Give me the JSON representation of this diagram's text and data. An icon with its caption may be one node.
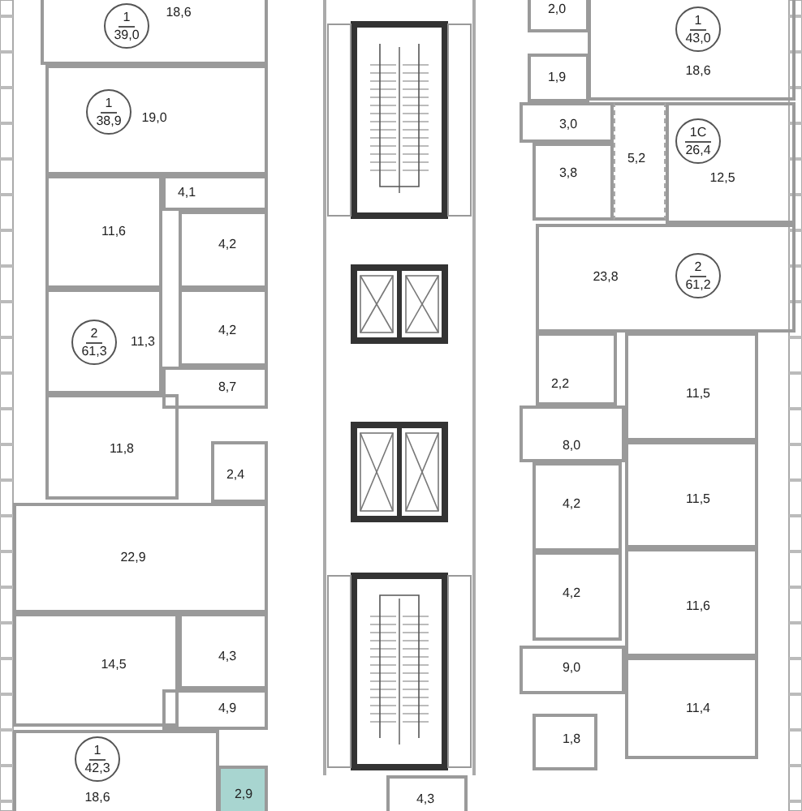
{
  "diagram": {
    "nodes": [
      {
        "text": [
          "18,6"
        ]
      },
      {
        "text": [
          "1",
          "39,0"
        ],
        "in": 0
      },
      {
        "text": [
          "19,0"
        ]
      },
      {
        "text": [
          "1",
          "38,9"
        ],
        "in": 2
      },
      {
        "text": [
          "4,1"
        ]
      },
      {
        "text": [
          "11,6"
        ]
      },
      {
        "text": [
          "4,2"
        ]
      },
      {
        "text": [
          "4,2"
        ]
      },
      {
        "text": [
          "11,3"
        ]
      },
      {
        "text": [
          "2",
          "61,3"
        ],
        "in": 8
      },
      {
        "text": [
          "8,7"
        ]
      },
      {
        "text": [
          "11,8"
        ]
      },
      {
        "text": [
          "2,4"
        ]
      },
      {
        "text": [
          "22,9"
        ]
      },
      {
        "text": [
          "14,5"
        ]
      },
      {
        "text": [
          "4,3"
        ]
      },
      {
        "text": [
          "4,9"
        ]
      },
      {
        "text": [
          "18,6"
        ]
      },
      {
        "text": [
          "1",
          "42,3"
        ],
        "in": 17
      },
      {
        "text": [
          "2,9"
        ]
      },
      {
        "text": [
          "4,3"
        ]
      },
      {
        "text": [
          "2,0"
        ]
      },
      {
        "text": [
          "18,6"
        ]
      },
      {
        "text": [
          "1",
          "43,0"
        ],
        "in": 22
      },
      {
        "text": [
          "1,9"
        ]
      },
      {
        "text": [
          "3,0"
        ]
      },
      {
        "text": [
          "3,8"
        ]
      },
      {
        "text": [
          "5,2"
        ]
      },
      {
        "text": [
          "12,5"
        ]
      },
      {
        "text": [
          "1С",
          "26,4"
        ],
        "in": 28
      },
      {
        "text": [
          "23,8"
        ]
      },
      {
        "text": [
          "2",
          "61,2"
        ],
        "in": 30
      },
      {
        "text": [
          "2,2"
        ]
      },
      {
        "text": [
          "11,5"
        ]
      },
      {
        "text": [
          "8,0"
        ]
      },
      {
        "text": [
          "4,2"
        ]
      },
      {
        "text": [
          "11,5"
        ]
      },
      {
        "text": [
          "4,2"
        ]
      },
      {
        "text": [
          "11,6"
        ]
      },
      {
        "text": [
          "9,0"
        ]
      },
      {
        "text": [
          "11,4"
        ]
      },
      {
        "text": [
          "1,8"
        ]
      }
    ]
  }
}
